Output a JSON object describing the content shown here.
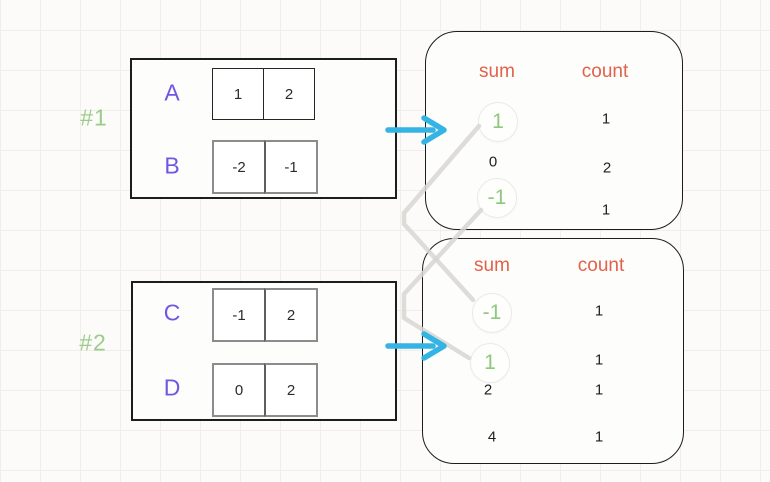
{
  "diagram": {
    "examples": [
      {
        "label": "#1",
        "arrays": [
          {
            "name": "A",
            "cells": [
              "1",
              "2"
            ]
          },
          {
            "name": "B",
            "cells": [
              "-2",
              "-1"
            ]
          }
        ],
        "table": {
          "sum_header": "sum",
          "count_header": "count",
          "rows": [
            {
              "sum": "1",
              "count": "1",
              "highlighted": true
            },
            {
              "sum": "0",
              "count": "2",
              "highlighted": false
            },
            {
              "sum": "-1",
              "count": "1",
              "highlighted": true
            }
          ]
        }
      },
      {
        "label": "#2",
        "arrays": [
          {
            "name": "C",
            "cells": [
              "-1",
              "2"
            ]
          },
          {
            "name": "D",
            "cells": [
              "0",
              "2"
            ]
          }
        ],
        "table": {
          "sum_header": "sum",
          "count_header": "count",
          "rows": [
            {
              "sum": "-1",
              "count": "1",
              "highlighted": true
            },
            {
              "sum": "1",
              "count": "1",
              "highlighted": true
            },
            {
              "sum": "2",
              "count": "1",
              "highlighted": false
            },
            {
              "sum": "4",
              "count": "1",
              "highlighted": false
            }
          ]
        }
      }
    ],
    "connections": [
      {
        "from": "example1 sum 1",
        "to": "example2 sum -1"
      },
      {
        "from": "example1 sum -1",
        "to": "example2 sum 1"
      }
    ],
    "colors": {
      "label_green": "#8fc97d",
      "array_purple": "#7156e4",
      "header_orange": "#e2614b",
      "value_green": "#8ec87c",
      "arrow_cyan": "#33b4e4",
      "connector_gray": "#d8d6d2",
      "grid": "#f0eeea"
    }
  }
}
